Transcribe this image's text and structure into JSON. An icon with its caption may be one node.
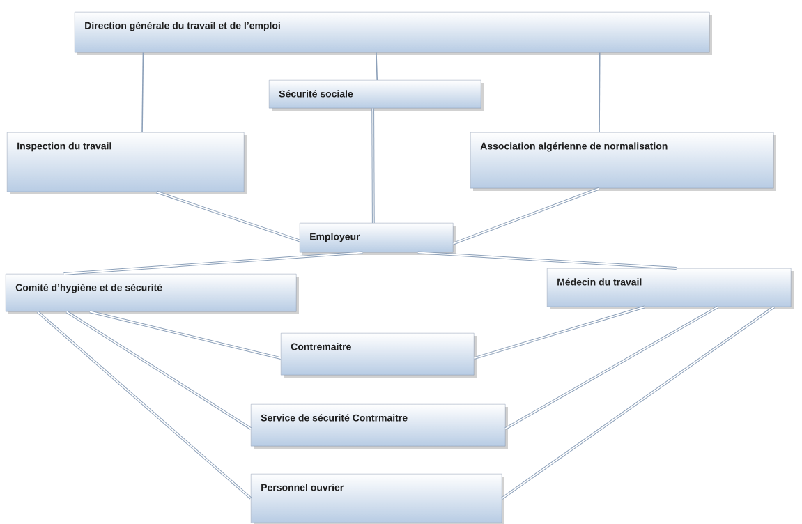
{
  "diagram": {
    "nodes": [
      {
        "text": [
          "Direction générale du travail et de l’emploi"
        ]
      },
      {
        "text": [
          "Sécurité sociale"
        ]
      },
      {
        "text": [
          "Inspection du travail"
        ]
      },
      {
        "text": [
          "Association algérienne de normalisation"
        ]
      },
      {
        "text": [
          "Employeur"
        ]
      },
      {
        "text": [
          "Comité d’hygiène et de sécurité"
        ]
      },
      {
        "text": [
          "Médecin du travail"
        ]
      },
      {
        "text": [
          "Contremaitre"
        ]
      },
      {
        "text": [
          "Service de sécurité Contrmaitre"
        ]
      },
      {
        "text": [
          "Personnel ouvrier"
        ]
      }
    ],
    "edges": [
      {
        "from": 0,
        "to": 2,
        "arrow": "none"
      },
      {
        "from": 0,
        "to": 1,
        "arrow": "none"
      },
      {
        "from": 0,
        "to": 3,
        "arrow": "none"
      },
      {
        "from": 2,
        "to": 4,
        "arrow": "none"
      },
      {
        "from": 1,
        "to": 4,
        "arrow": "none"
      },
      {
        "from": 3,
        "to": 4,
        "arrow": "none"
      },
      {
        "from": 4,
        "to": 5,
        "arrow": "none"
      },
      {
        "from": 4,
        "to": 6,
        "arrow": "none"
      },
      {
        "from": 5,
        "to": 7,
        "arrow": "none"
      },
      {
        "from": 5,
        "to": 8,
        "arrow": "none"
      },
      {
        "from": 5,
        "to": 9,
        "arrow": "none"
      },
      {
        "from": 6,
        "to": 7,
        "arrow": "none"
      },
      {
        "from": 6,
        "to": 8,
        "arrow": "none"
      },
      {
        "from": 6,
        "to": 9,
        "arrow": "none"
      }
    ]
  }
}
